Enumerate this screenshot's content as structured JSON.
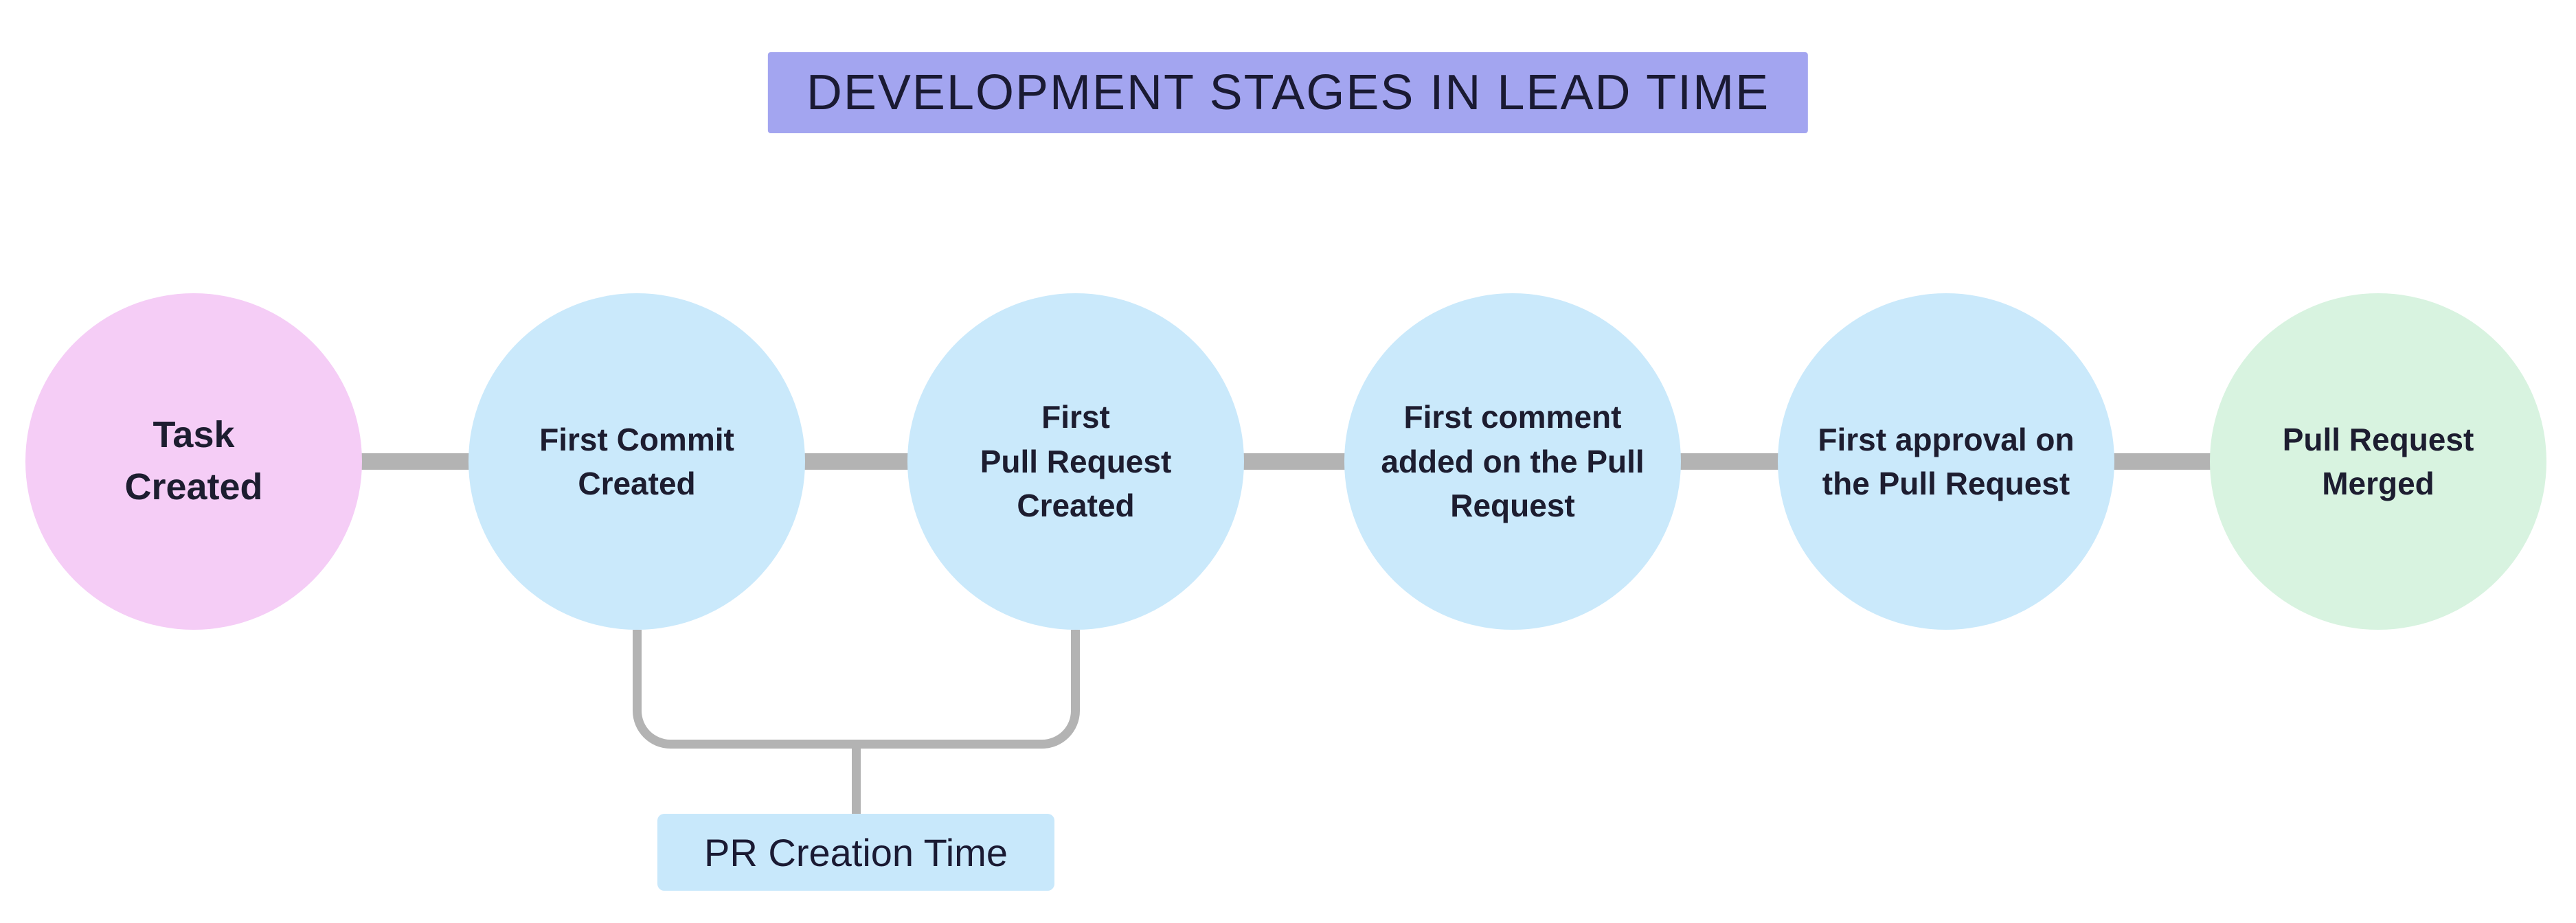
{
  "title": "DEVELOPMENT STAGES IN LEAD TIME",
  "colors": {
    "title_bg": "#a3a5f0",
    "title_text": "#1a1a33",
    "connector": "#b3b3b3",
    "node_text": "#1d1d30",
    "annotation_bg": "#c8e8fb"
  },
  "stages": [
    {
      "label": "Task\nCreated",
      "color": "#f5cdf6"
    },
    {
      "label": "First Commit\nCreated",
      "color": "#cae9fb"
    },
    {
      "label": "First\nPull Request\nCreated",
      "color": "#cae9fb"
    },
    {
      "label": "First comment\nadded on the Pull\nRequest",
      "color": "#cae9fb"
    },
    {
      "label": "First approval on\nthe Pull Request",
      "color": "#cae9fb"
    },
    {
      "label": "Pull Request\nMerged",
      "color": "#d8f3e0"
    }
  ],
  "annotation": {
    "label": "PR Creation Time"
  }
}
